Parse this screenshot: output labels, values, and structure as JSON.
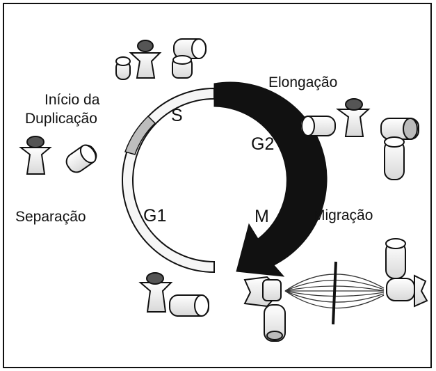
{
  "phases": {
    "s": "S",
    "g2": "G2",
    "g1": "G1",
    "m": "M"
  },
  "stages": {
    "inicio_line1": "Início da",
    "inicio_line2": "Duplicação",
    "elongacao": "Elongação",
    "separacao": "Separação",
    "migracao": "Migração"
  },
  "colors": {
    "outline": "#111111",
    "arc_fill": "#f4f4f4",
    "s_band": "#bdbdbd",
    "g2_arrow": "#111111"
  }
}
